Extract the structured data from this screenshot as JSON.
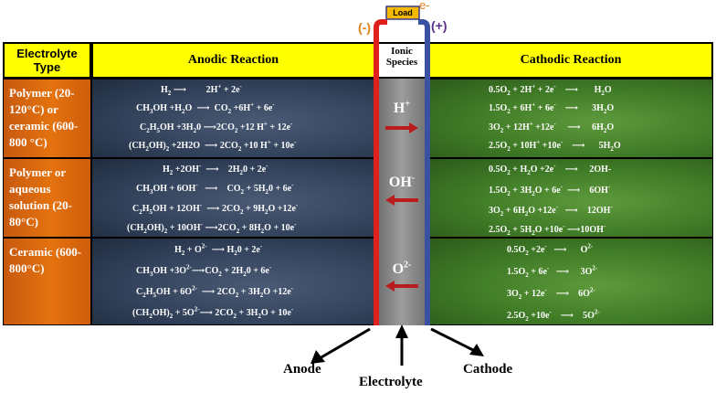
{
  "header": {
    "electrolyte_type": "Electrolyte Type",
    "anodic": "Anodic Reaction",
    "ionic": "Ionic Species",
    "cathodic": "Cathodic Reaction"
  },
  "circuit": {
    "load": "Load",
    "electron": "e-",
    "minus": "(-)",
    "plus": "(+)",
    "colors": {
      "anode_wire": "#e0201c",
      "cathode_wire": "#3a50a0",
      "load_box": "#f5b800"
    }
  },
  "rows": [
    {
      "type": "Polymer (20-120°C) or ceramic (600-800 °C)",
      "ion": "H+",
      "ion_arrow": "right"
    },
    {
      "type": "Polymer or aqueous solution (20-80°C)",
      "ion": "OH-",
      "ion_arrow": "left"
    },
    {
      "type": "Ceramic (600-800°C)",
      "ion": "O2-",
      "ion_arrow": "left"
    }
  ],
  "bottom": {
    "anode": "Anode",
    "electrolyte": "Electrolyte",
    "cathode": "Cathode"
  }
}
